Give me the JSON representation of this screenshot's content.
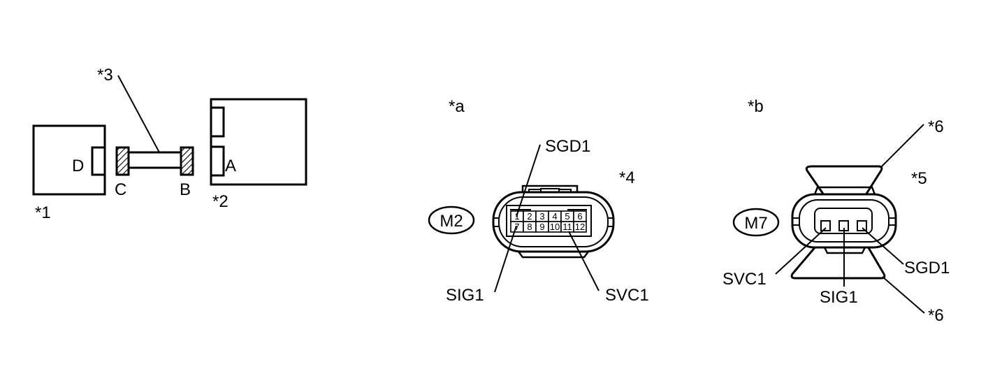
{
  "left": {
    "ref1": "*1",
    "ref2": "*2",
    "ref3": "*3",
    "terminal_d": "D",
    "terminal_c": "C",
    "terminal_b": "B",
    "terminal_a": "A"
  },
  "connector_a": {
    "view_mark": "*a",
    "ref": "*4",
    "code": "M2",
    "pins_top": [
      "1",
      "2",
      "3",
      "4",
      "5",
      "6"
    ],
    "pins_bottom": [
      "7",
      "8",
      "9",
      "10",
      "11",
      "12"
    ],
    "label_sgd1": "SGD1",
    "label_sig1": "SIG1",
    "label_svc1": "SVC1"
  },
  "connector_b": {
    "view_mark": "*b",
    "ref": "*5",
    "ref6_top": "*6",
    "ref6_bottom": "*6",
    "code": "M7",
    "label_svc1": "SVC1",
    "label_sig1": "SIG1",
    "label_sgd1": "SGD1"
  }
}
